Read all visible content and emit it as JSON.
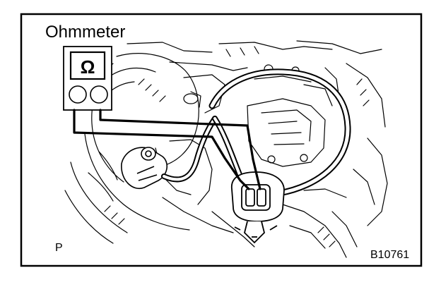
{
  "figure": {
    "instrument_label": "Ohmmeter",
    "meter_symbol": "Ω",
    "view_marker": "P",
    "figure_code": "B10761"
  },
  "colors": {
    "ink": "#000000",
    "paper": "#ffffff"
  },
  "icons": {
    "meter": "ohmmeter-icon",
    "connector": "wiring-connector-icon",
    "sensor": "sensor-icon"
  }
}
